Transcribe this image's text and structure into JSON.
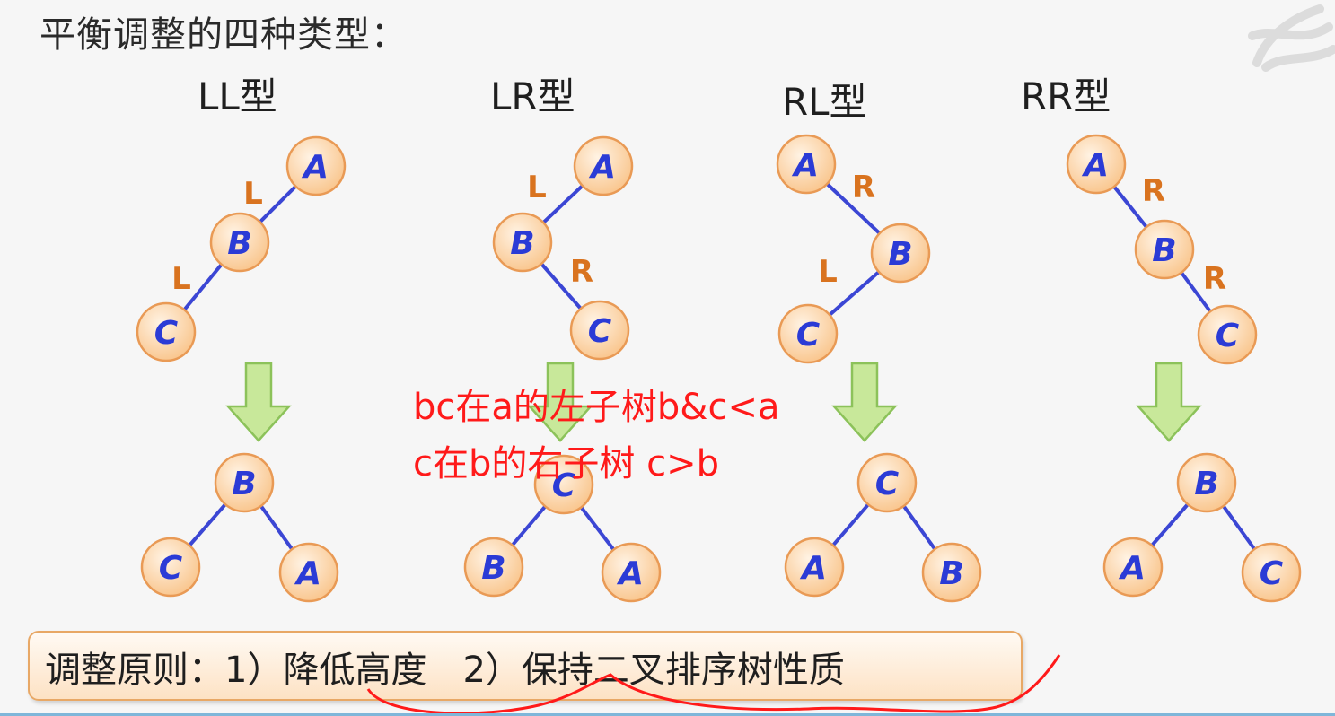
{
  "title": "平衡调整的四种类型：",
  "types": [
    {
      "label": "LL型",
      "before": {
        "nodes": [
          {
            "letter": "A"
          },
          {
            "letter": "B"
          },
          {
            "letter": "C"
          }
        ],
        "edge_labels": [
          "L",
          "L"
        ]
      },
      "after": {
        "nodes": [
          {
            "letter": "B"
          },
          {
            "letter": "C"
          },
          {
            "letter": "A"
          }
        ]
      }
    },
    {
      "label": "LR型",
      "before": {
        "nodes": [
          {
            "letter": "A"
          },
          {
            "letter": "B"
          },
          {
            "letter": "C"
          }
        ],
        "edge_labels": [
          "L",
          "R"
        ]
      },
      "after": {
        "nodes": [
          {
            "letter": "C"
          },
          {
            "letter": "B"
          },
          {
            "letter": "A"
          }
        ]
      }
    },
    {
      "label": "RL型",
      "before": {
        "nodes": [
          {
            "letter": "A"
          },
          {
            "letter": "B"
          },
          {
            "letter": "C"
          }
        ],
        "edge_labels": [
          "R",
          "L"
        ]
      },
      "after": {
        "nodes": [
          {
            "letter": "C"
          },
          {
            "letter": "A"
          },
          {
            "letter": "B"
          }
        ]
      }
    },
    {
      "label": "RR型",
      "before": {
        "nodes": [
          {
            "letter": "A"
          },
          {
            "letter": "B"
          },
          {
            "letter": "C"
          }
        ],
        "edge_labels": [
          "R",
          "R"
        ]
      },
      "after": {
        "nodes": [
          {
            "letter": "B"
          },
          {
            "letter": "A"
          },
          {
            "letter": "C"
          }
        ]
      }
    }
  ],
  "annotation": {
    "line1": "bc在a的左子树b&c<a",
    "line2": "c在b的右子树 c>b"
  },
  "principle": "调整原则：1）降低高度　2）保持二叉排序树性质",
  "colors": {
    "node_fill": "#fcd3a4",
    "node_stroke": "#e99a55",
    "node_letter": "#2b3bd6",
    "edge": "#3b46d4",
    "edge_label": "#d9731f",
    "arrow_fill": "#c8e89a",
    "arrow_stroke": "#8cc25a",
    "annotation": "#ff1a1a",
    "underline": "#ff1a1a"
  }
}
